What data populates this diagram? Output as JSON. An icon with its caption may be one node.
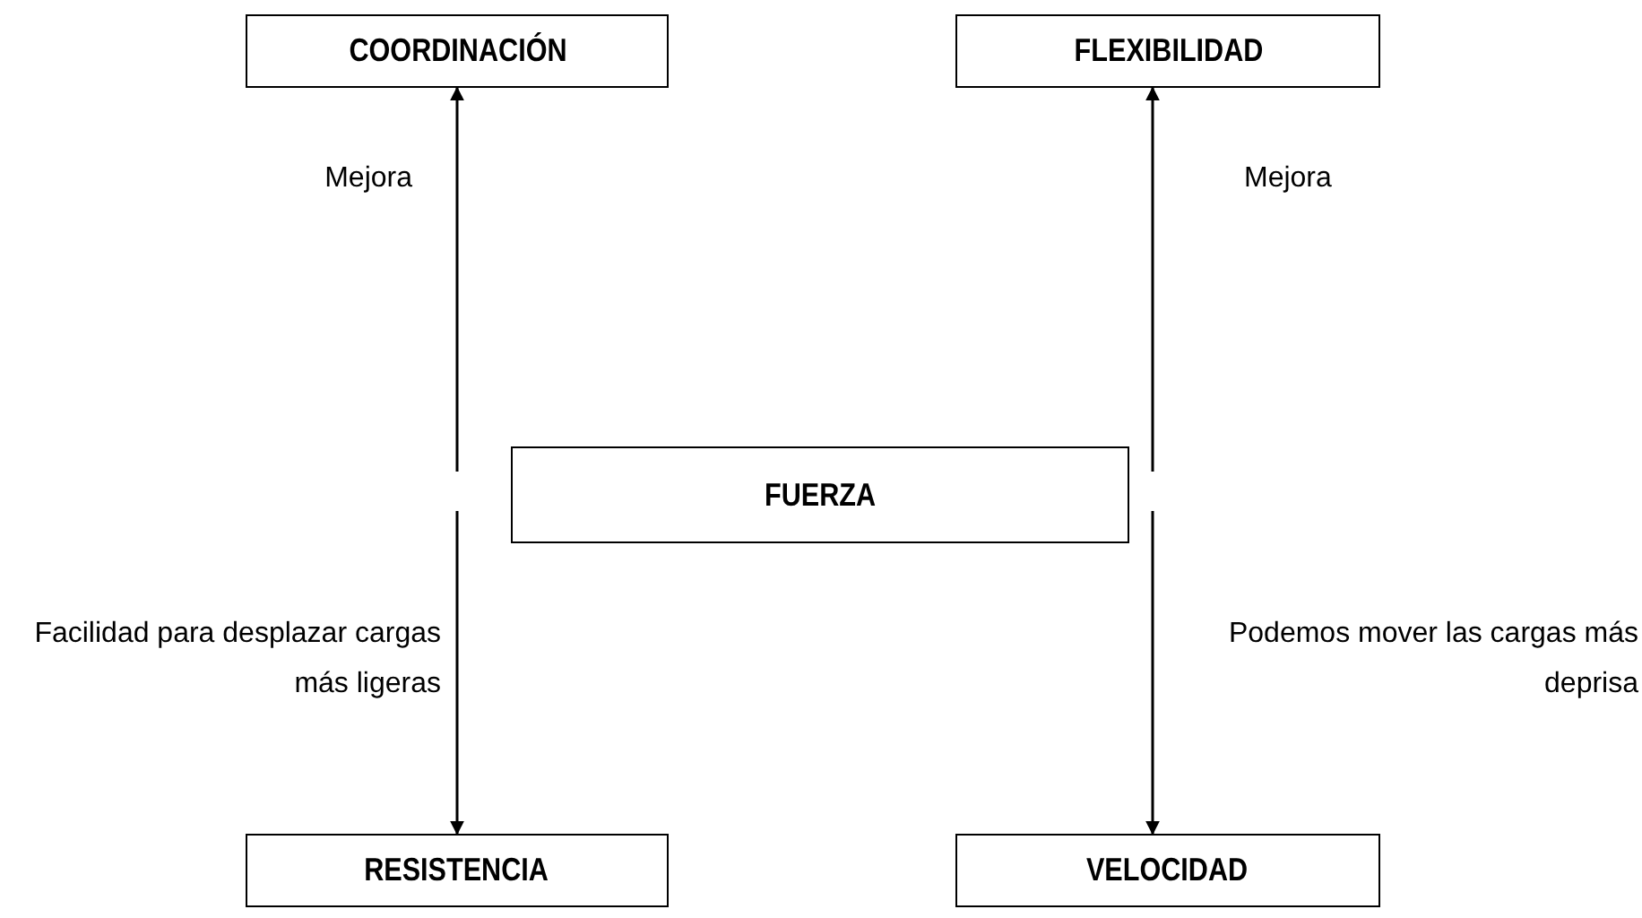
{
  "diagram": {
    "nodes": [
      {
        "text": [
          "COORDINACIÓN"
        ]
      },
      {
        "text": [
          "FLEXIBILIDAD"
        ]
      },
      {
        "text": [
          "FUERZA"
        ]
      },
      {
        "text": [
          "RESISTENCIA"
        ]
      },
      {
        "text": [
          "VELOCIDAD"
        ]
      }
    ],
    "edges": [
      {
        "from": null,
        "to": 0,
        "arrow": "to",
        "label": "Mejora"
      },
      {
        "from": null,
        "to": 3,
        "arrow": "to",
        "label": "Facilidad para desplazar cargas más ligeras"
      },
      {
        "from": null,
        "to": 1,
        "arrow": "to",
        "label": "Mejora"
      },
      {
        "from": null,
        "to": 4,
        "arrow": "to",
        "label": "Podemos mover las cargas más deprisa"
      }
    ]
  }
}
